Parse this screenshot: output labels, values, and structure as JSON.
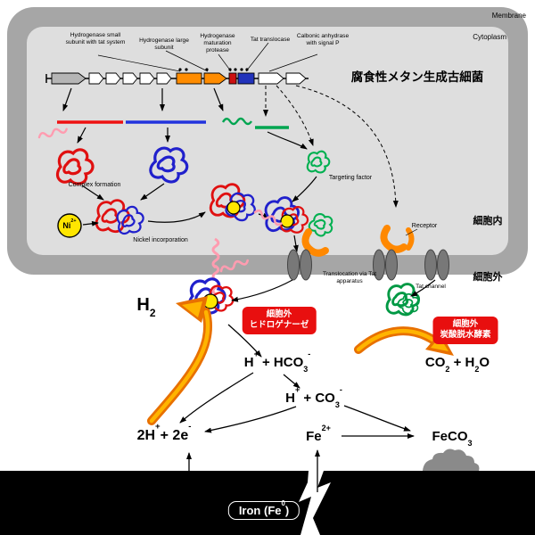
{
  "membrane": {
    "membrane_label": "Membrane",
    "cytoplasm_label": "Cytoplasm",
    "intracellular": "細胞内",
    "extracellular": "細胞外"
  },
  "organism_title": "腐食性メタン生成古細菌",
  "genes": {
    "small_subunit": "Hydrogenase small subunit with tat system",
    "large_subunit": "Hydrogenase large subunit",
    "protease": "Hydrogenase maturation protease",
    "tat_translocase": "Tat translocase",
    "carbonic_anhydrase": "Calbonic anhydrase with signal P"
  },
  "process": {
    "complex_formation": "Complex formation",
    "nickel_incorporation": "Nickel incorporation",
    "targeting_factor": "Targeting factor",
    "receptor": "Receptor",
    "translocation": "Translocation via Tat apparatus",
    "tat_channel": "Tat channel"
  },
  "badges": {
    "hydrogenase": {
      "line1": "細胞外",
      "line2": "ヒドロゲナーゼ"
    },
    "anhydrase": {
      "line1": "細胞外",
      "line2": "炭酸脱水酵素"
    }
  },
  "formulas": {
    "ni": [
      {
        "t": "Ni"
      },
      {
        "t": "2+",
        "v": "sup"
      }
    ],
    "h2": [
      {
        "t": "H"
      },
      {
        "t": "2",
        "v": "sub"
      }
    ],
    "h_hco3": [
      {
        "t": "H"
      },
      {
        "t": "+",
        "v": "sup"
      },
      {
        "t": " + HCO"
      },
      {
        "t": "3",
        "v": "sub"
      },
      {
        "t": "-",
        "v": "sup"
      }
    ],
    "co2_h2o": [
      {
        "t": "CO"
      },
      {
        "t": "2",
        "v": "sub"
      },
      {
        "t": " + H"
      },
      {
        "t": "2",
        "v": "sub"
      },
      {
        "t": "O"
      }
    ],
    "h_co3": [
      {
        "t": "H"
      },
      {
        "t": "+",
        "v": "sup"
      },
      {
        "t": " + CO"
      },
      {
        "t": "3",
        "v": "sub"
      },
      {
        "t": "-",
        "v": "sup"
      }
    ],
    "h2e": [
      {
        "t": "2H"
      },
      {
        "t": "+",
        "v": "sup"
      },
      {
        "t": "+ 2e"
      },
      {
        "t": "-",
        "v": "sup"
      }
    ],
    "fe2": [
      {
        "t": "Fe"
      },
      {
        "t": "2+",
        "v": "sup"
      }
    ],
    "feco3": [
      {
        "t": "FeCO"
      },
      {
        "t": "3",
        "v": "sub"
      }
    ],
    "iron": [
      {
        "t": "Iron (Fe"
      },
      {
        "t": "0",
        "v": "sup"
      },
      {
        "t": ")"
      }
    ]
  },
  "colors": {
    "membrane_gray": "#a6a6a6",
    "cytoplasm_gray": "#dedede",
    "badge_red": "#e80f0f",
    "catalysis_orange": "#e87000",
    "nickel_yellow": "#ffe600",
    "mrna_red": "#ee1111",
    "mrna_blue": "#2233dd",
    "mrna_green": "#00a550"
  }
}
